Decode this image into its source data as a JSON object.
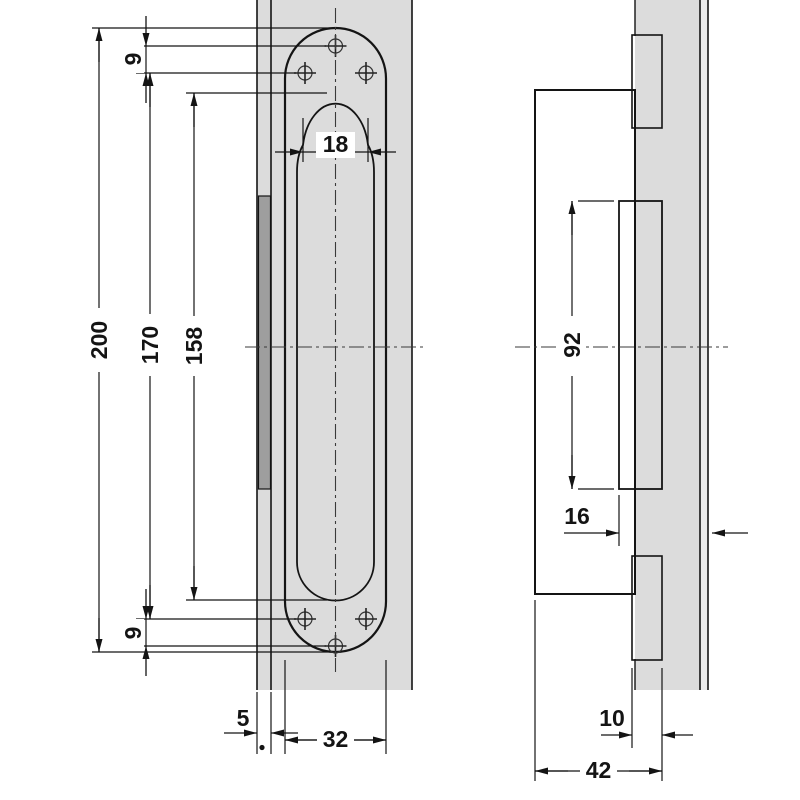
{
  "drawing": {
    "title": "Concealed hinge dimensioned technical drawing",
    "views": {
      "front": {
        "dims": {
          "total_height": "200",
          "screw_spacing": "170",
          "insert_height": "158",
          "top_screw_offset": "9",
          "bottom_screw_offset": "9",
          "insert_width": "18",
          "edge_gap": "5",
          "plate_width": "32"
        }
      },
      "section": {
        "dims": {
          "insert_height": "92",
          "depth": "16",
          "insert_width": "10",
          "total_width": "42"
        }
      }
    }
  },
  "colors": {
    "line": "#141414",
    "band": "#dcdcdc",
    "plate": "#c9c9c9",
    "insert": "#d6d6d6",
    "dark_strip": "#9e9e9e",
    "body": "#d2d2d2",
    "block": "#c0c0c0",
    "strip_light": "#eaeaea",
    "background": "#ffffff"
  }
}
